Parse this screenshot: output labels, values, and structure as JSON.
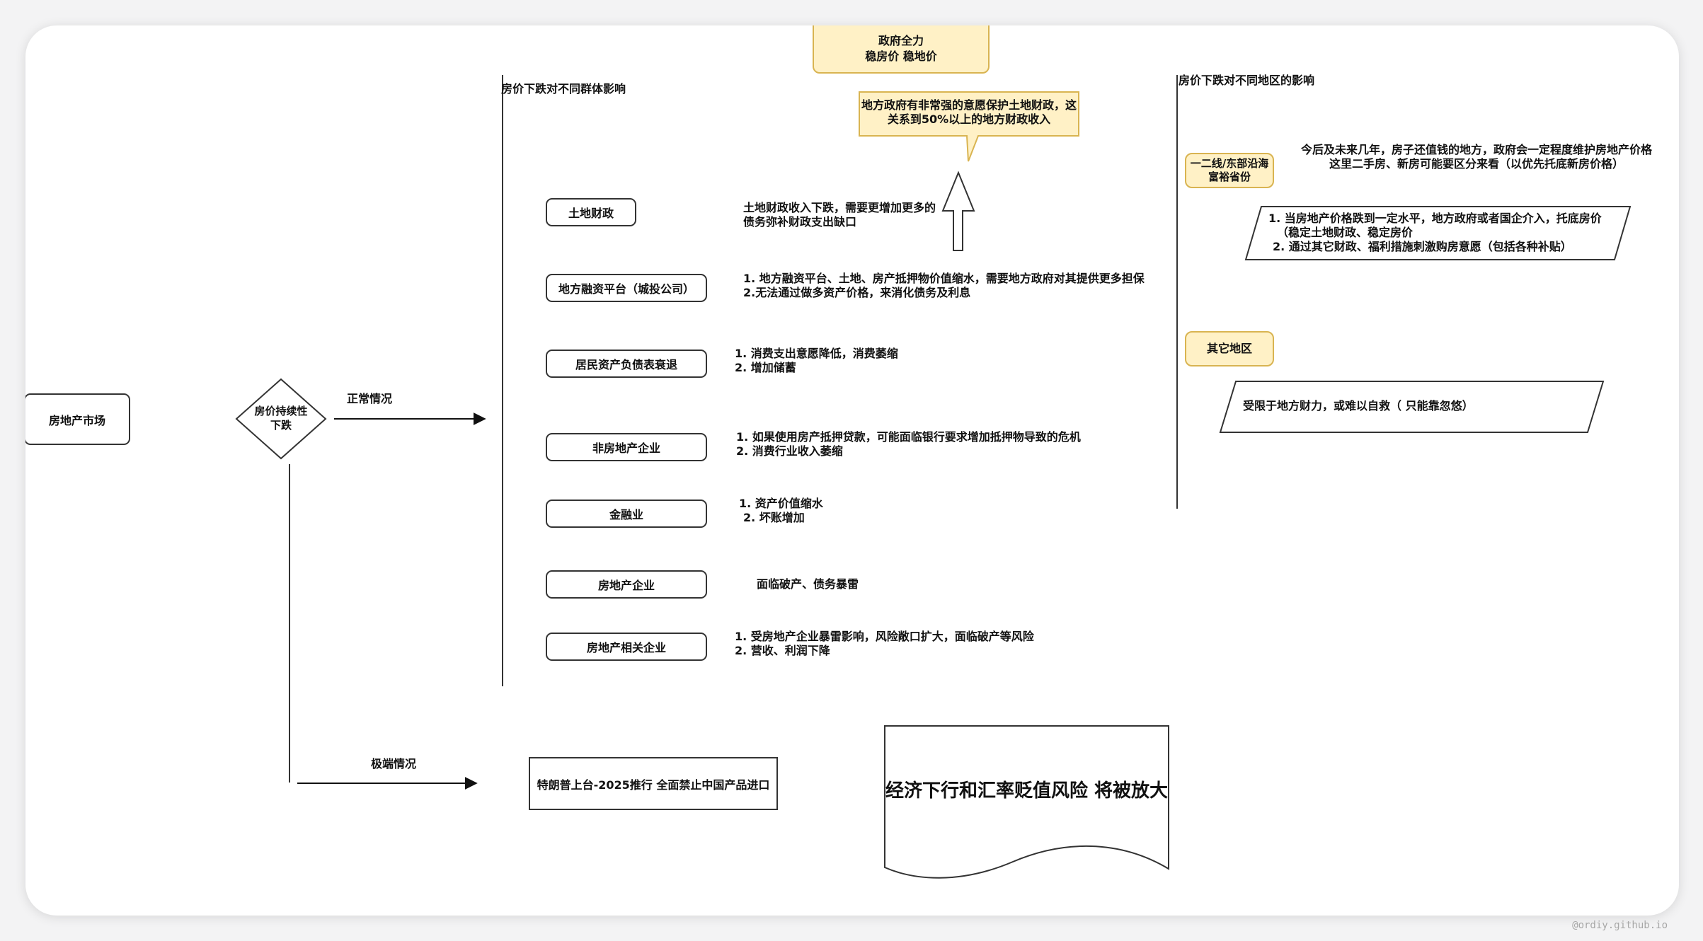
{
  "root": {
    "label": "房地产市场"
  },
  "decision": {
    "line1": "房价持续性",
    "line2": "下跌"
  },
  "branch_normal": {
    "label": "正常情况"
  },
  "branch_extreme": {
    "label": "极端情况"
  },
  "groups": {
    "title": "房价下跌对不同群体影响",
    "items": [
      {
        "name": "土地财政",
        "lines": [
          "土地财政收入下跌，需要更增加更多的",
          "债务弥补财政支出缺口"
        ]
      },
      {
        "name": "地方融资平台（城投公司）",
        "lines": [
          "1. 地方融资平台、土地、房产抵押物价值缩水，需要地方政府对其提供更多担保",
          "2.无法通过做多资产价格，来消化债务及利息"
        ]
      },
      {
        "name": "居民资产负债表衰退",
        "lines": [
          "1. 消费支出意愿降低，消费萎缩",
          "2. 增加储蓄"
        ]
      },
      {
        "name": "非房地产企业",
        "lines": [
          "1. 如果使用房产抵押贷款，可能面临银行要求增加抵押物导致的危机",
          "2. 消费行业收入萎缩"
        ]
      },
      {
        "name": "金融业",
        "lines": [
          "1. 资产价值缩水",
          "2. 坏账增加"
        ]
      },
      {
        "name": "房地产企业",
        "lines": [
          "面临破产、债务暴雷"
        ]
      },
      {
        "name": "房地产相关企业",
        "lines": [
          "1. 受房地产企业暴雷影响，风险敞口扩大，面临破产等风险",
          "2. 营收、利润下降"
        ]
      }
    ]
  },
  "government": {
    "line1": "政府全力",
    "line2": "稳房价 稳地价"
  },
  "callout": {
    "line1": "地方政府有非常强的意愿保护土地财政，这",
    "line2": "关系到50%以上的地方财政收入"
  },
  "regions": {
    "title": "房价下跌对不同地区的影响",
    "tier1": {
      "label_line1": "一二线/东部沿海",
      "label_line2": "富裕省份",
      "note_line1": "今后及未来几年，房子还值钱的地方，政府会一定程度维护房地产价格",
      "note_line2": "这里二手房、新房可能要区分来看（以优先托底新房价格）",
      "measure_line1": "1. 当房地产价格跌到一定水平，地方政府或者国企介入，托底房价",
      "measure_line2": "（稳定土地财政、稳定房价",
      "measure_line3": "2. 通过其它财政、福利措施刺激购房意愿（包括各种补贴）"
    },
    "other": {
      "label": "其它地区",
      "note": "受限于地方财力，或难以自救（ 只能靠忽悠）"
    }
  },
  "extreme_event": {
    "label": "特朗普上台-2025推行 全面禁止中国产品进口"
  },
  "outcome": {
    "label": "经济下行和汇率贬值风险 将被放大"
  },
  "watermark": "@ordiy.github.io",
  "colors": {
    "note_fill": "#fff1c6",
    "note_stroke": "#d9b451",
    "line": "#333333",
    "bg": "#f3f3f4"
  }
}
